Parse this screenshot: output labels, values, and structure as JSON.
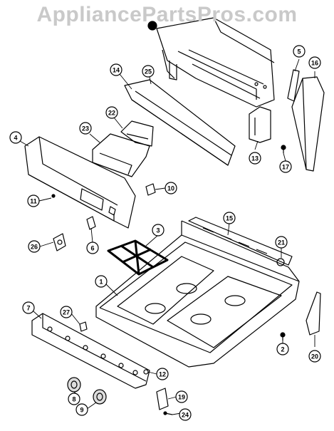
{
  "watermark": "AppliancePartsPros.com",
  "callouts": [
    "1",
    "2",
    "3",
    "4",
    "5",
    "6",
    "7",
    "8",
    "9",
    "10",
    "11",
    "12",
    "13",
    "14",
    "15",
    "16",
    "17",
    "19",
    "20",
    "21",
    "22",
    "23",
    "24",
    "25",
    "26",
    "27"
  ]
}
